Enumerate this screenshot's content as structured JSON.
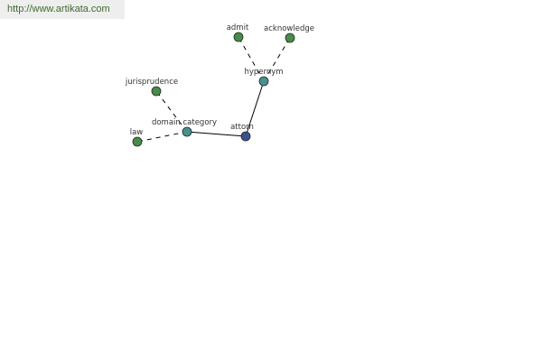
{
  "watermark": {
    "text": "http://www.artikata.com"
  },
  "graph": {
    "nodes": [
      {
        "id": "attorn",
        "label": "attorn",
        "kind": "center"
      },
      {
        "id": "hypernym",
        "label": "hypernym",
        "kind": "relation"
      },
      {
        "id": "domain_category",
        "label": "domain category",
        "kind": "relation"
      },
      {
        "id": "admit",
        "label": "admit",
        "kind": "leaf"
      },
      {
        "id": "acknowledge",
        "label": "acknowledge",
        "kind": "leaf"
      },
      {
        "id": "jurisprudence",
        "label": "jurisprudence",
        "kind": "leaf"
      },
      {
        "id": "law",
        "label": "law",
        "kind": "leaf"
      }
    ],
    "edges": [
      {
        "from": "attorn",
        "to": "hypernym",
        "style": "solid"
      },
      {
        "from": "attorn",
        "to": "domain_category",
        "style": "solid"
      },
      {
        "from": "hypernym",
        "to": "admit",
        "style": "dashed"
      },
      {
        "from": "hypernym",
        "to": "acknowledge",
        "style": "dashed"
      },
      {
        "from": "domain_category",
        "to": "jurisprudence",
        "style": "dashed"
      },
      {
        "from": "domain_category",
        "to": "law",
        "style": "dashed"
      }
    ],
    "colors": {
      "center": "#3d4f8f",
      "relation": "#4a9090",
      "leaf": "#4a8a4a",
      "edge": "#000000"
    }
  }
}
